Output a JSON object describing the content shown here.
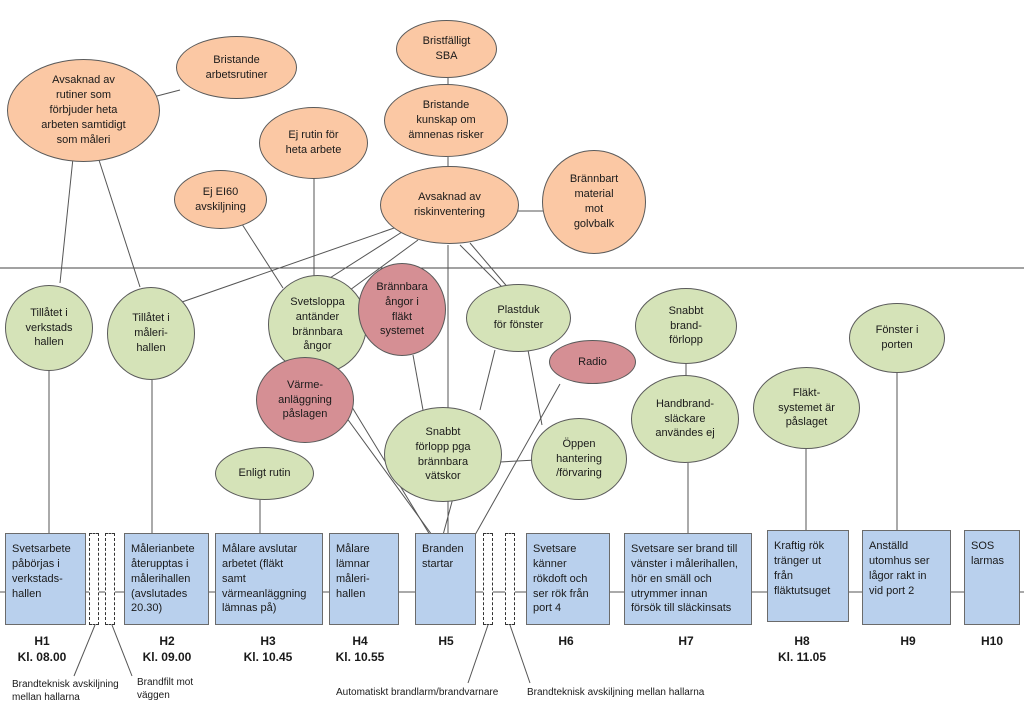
{
  "causes": {
    "avsaknad_rutiner": "Avsaknad av\nrutiner som\nförbjuder heta\narbeten samtidigt\nsom måleri",
    "bristande_arbetsrutiner": "Bristande\narbetsrutiner",
    "bristfalligt_sba": "Bristfälligt\nSBA",
    "bristande_kunskap": "Bristande\nkunskap om\nämnenas risker",
    "ej_rutin_heta": "Ej rutin för\nheta arbete",
    "ej_ei60": "Ej EI60\navskiljning",
    "avsaknad_risk": "Avsaknad av\nriskinventering",
    "brannbart_material": "Brännbart\nmaterial\nmot\ngolvbalk"
  },
  "conditions": {
    "tillatet_verkstad": "Tillåtet i\nverkstads\nhallen",
    "tillatet_maleri": "Tillåtet i\nmåleri-\nhallen",
    "svetsloppa": "Svetsloppa\nantänder\nbrännbara\nångor",
    "brannbara_angor": "Brännbara\nångor i\nfläkt\nsystemet",
    "plastduk": "Plastduk\nför fönster",
    "radio": "Radio",
    "varmeanlaggning": "Värme-\nanläggning\npåslagen",
    "snabbt_forlopp": "Snabbt\nförlopp pga\nbrännbara\nvätskor",
    "oppen_hantering": "Öppen\nhantering\n/förvaring",
    "enligt_rutin": "Enligt rutin",
    "snabbt_brandforlopp": "Snabbt\nbrand-\nförlopp",
    "handbrandslackare": "Handbrand-\nsläckare\nanvändes ej",
    "flaktsystemet": "Fläkt-\nsystemet är\npåslaget",
    "fonster_porten": "Fönster i\nporten"
  },
  "events": [
    {
      "id": "H1",
      "text": "Svetsarbete\npåbörjas i\nverkstads-\nhallen",
      "label": "H1\nKl. 08.00"
    },
    {
      "id": "H2",
      "text": "Målerianbete\nåterupptas i\nmålerihallen\n(avslutades\n20.30)",
      "label": "H2\nKl. 09.00"
    },
    {
      "id": "H3",
      "text": "Målare avslutar\narbetet (fläkt\nsamt\nvärmeanläggning\nlämnas på)",
      "label": "H3\nKl. 10.45"
    },
    {
      "id": "H4",
      "text": "Målare\nlämnar\nmåleri-\nhallen",
      "label": "H4\nKl. 10.55"
    },
    {
      "id": "H5",
      "text": "Branden\nstartar",
      "label": "H5"
    },
    {
      "id": "H6",
      "text": "Svetsare\nkänner\nrökdoft och\nser rök från\nport 4",
      "label": "H6"
    },
    {
      "id": "H7",
      "text": "Svetsare ser brand till\nvänster i målerihallen,\nhör en smäll  och\nutrymmer innan\nförsök till släckinsats",
      "label": "H7"
    },
    {
      "id": "H8",
      "text": "Kraftig rök\ntränger ut\nfrån\nfläktutsuget",
      "label": "H8\nKl. 11.05"
    },
    {
      "id": "H9",
      "text": "Anställd\nutomhus ser\nlågor rakt in\nvid port 2",
      "label": "H9"
    },
    {
      "id": "H10",
      "text": "SOS\nlarmas",
      "label": "H10"
    }
  ],
  "notes": {
    "brandteknisk_1": "Brandteknisk avskiljning\nmellan hallarna",
    "brandfilt": "Brandfilt mot\nväggen",
    "brandlarm": "Automatiskt brandlarm/brandvarnare",
    "brandteknisk_2": "Brandteknisk avskiljning mellan hallarna"
  },
  "colors": {
    "cause_fill": "#fbc8a4",
    "condition_fill": "#d5e3b8",
    "critical_fill": "#d58f94",
    "event_fill": "#b9d0ed"
  }
}
